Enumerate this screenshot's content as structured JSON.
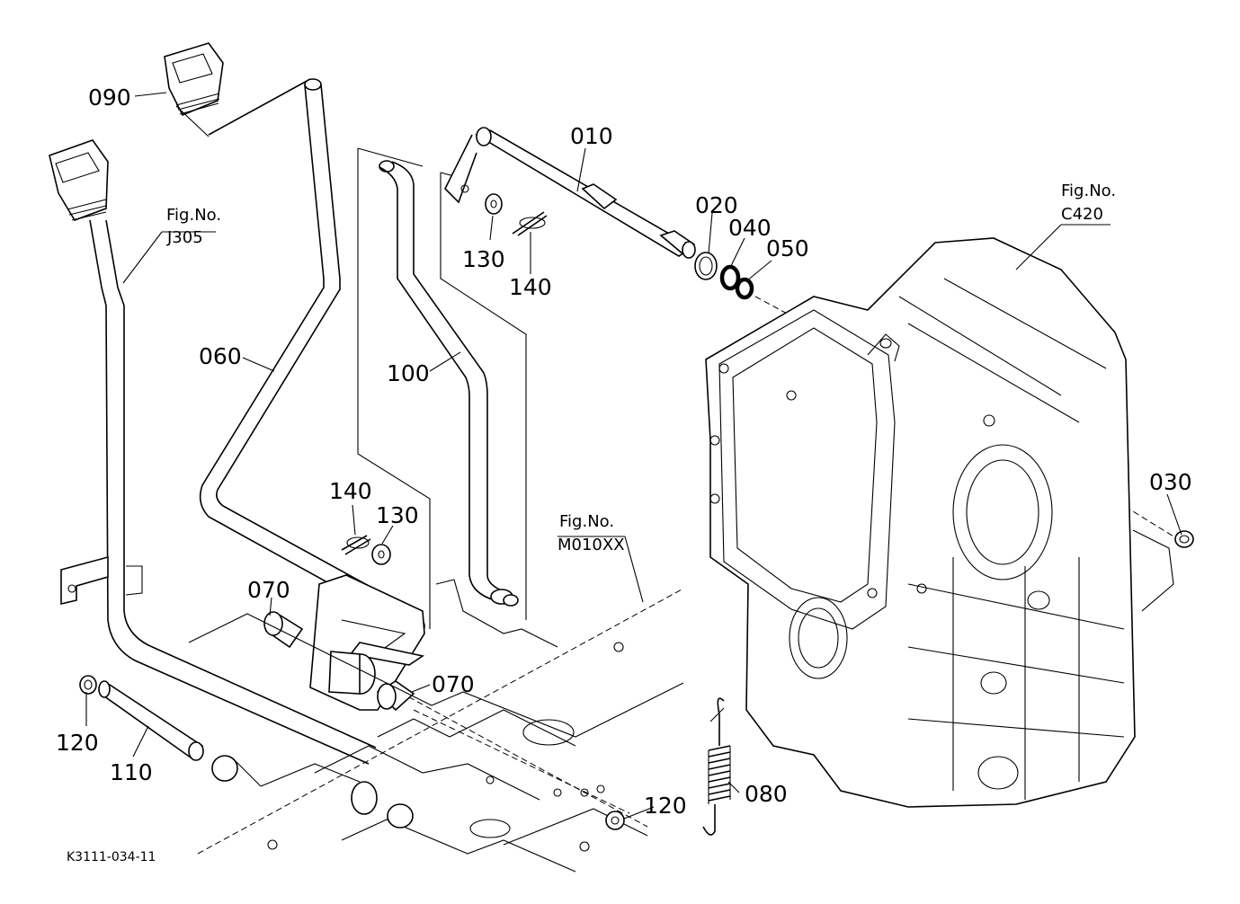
{
  "labels": {
    "p010": "010",
    "p020": "020",
    "p030": "030",
    "p040": "040",
    "p050": "050",
    "p060": "060",
    "p070a": "070",
    "p070b": "070",
    "p080": "080",
    "p090": "090",
    "p100": "100",
    "p110": "110",
    "p120a": "120",
    "p120b": "120",
    "p130a": "130",
    "p130b": "130",
    "p140a": "140",
    "p140b": "140"
  },
  "figure_refs": {
    "j305": {
      "title": "Fig.No.",
      "code": "J305"
    },
    "c420": {
      "title": "Fig.No.",
      "code": "C420"
    },
    "m010xx": {
      "title": "Fig.No.",
      "code": "M010XX"
    }
  },
  "diagram_code": "K3111-034-11"
}
